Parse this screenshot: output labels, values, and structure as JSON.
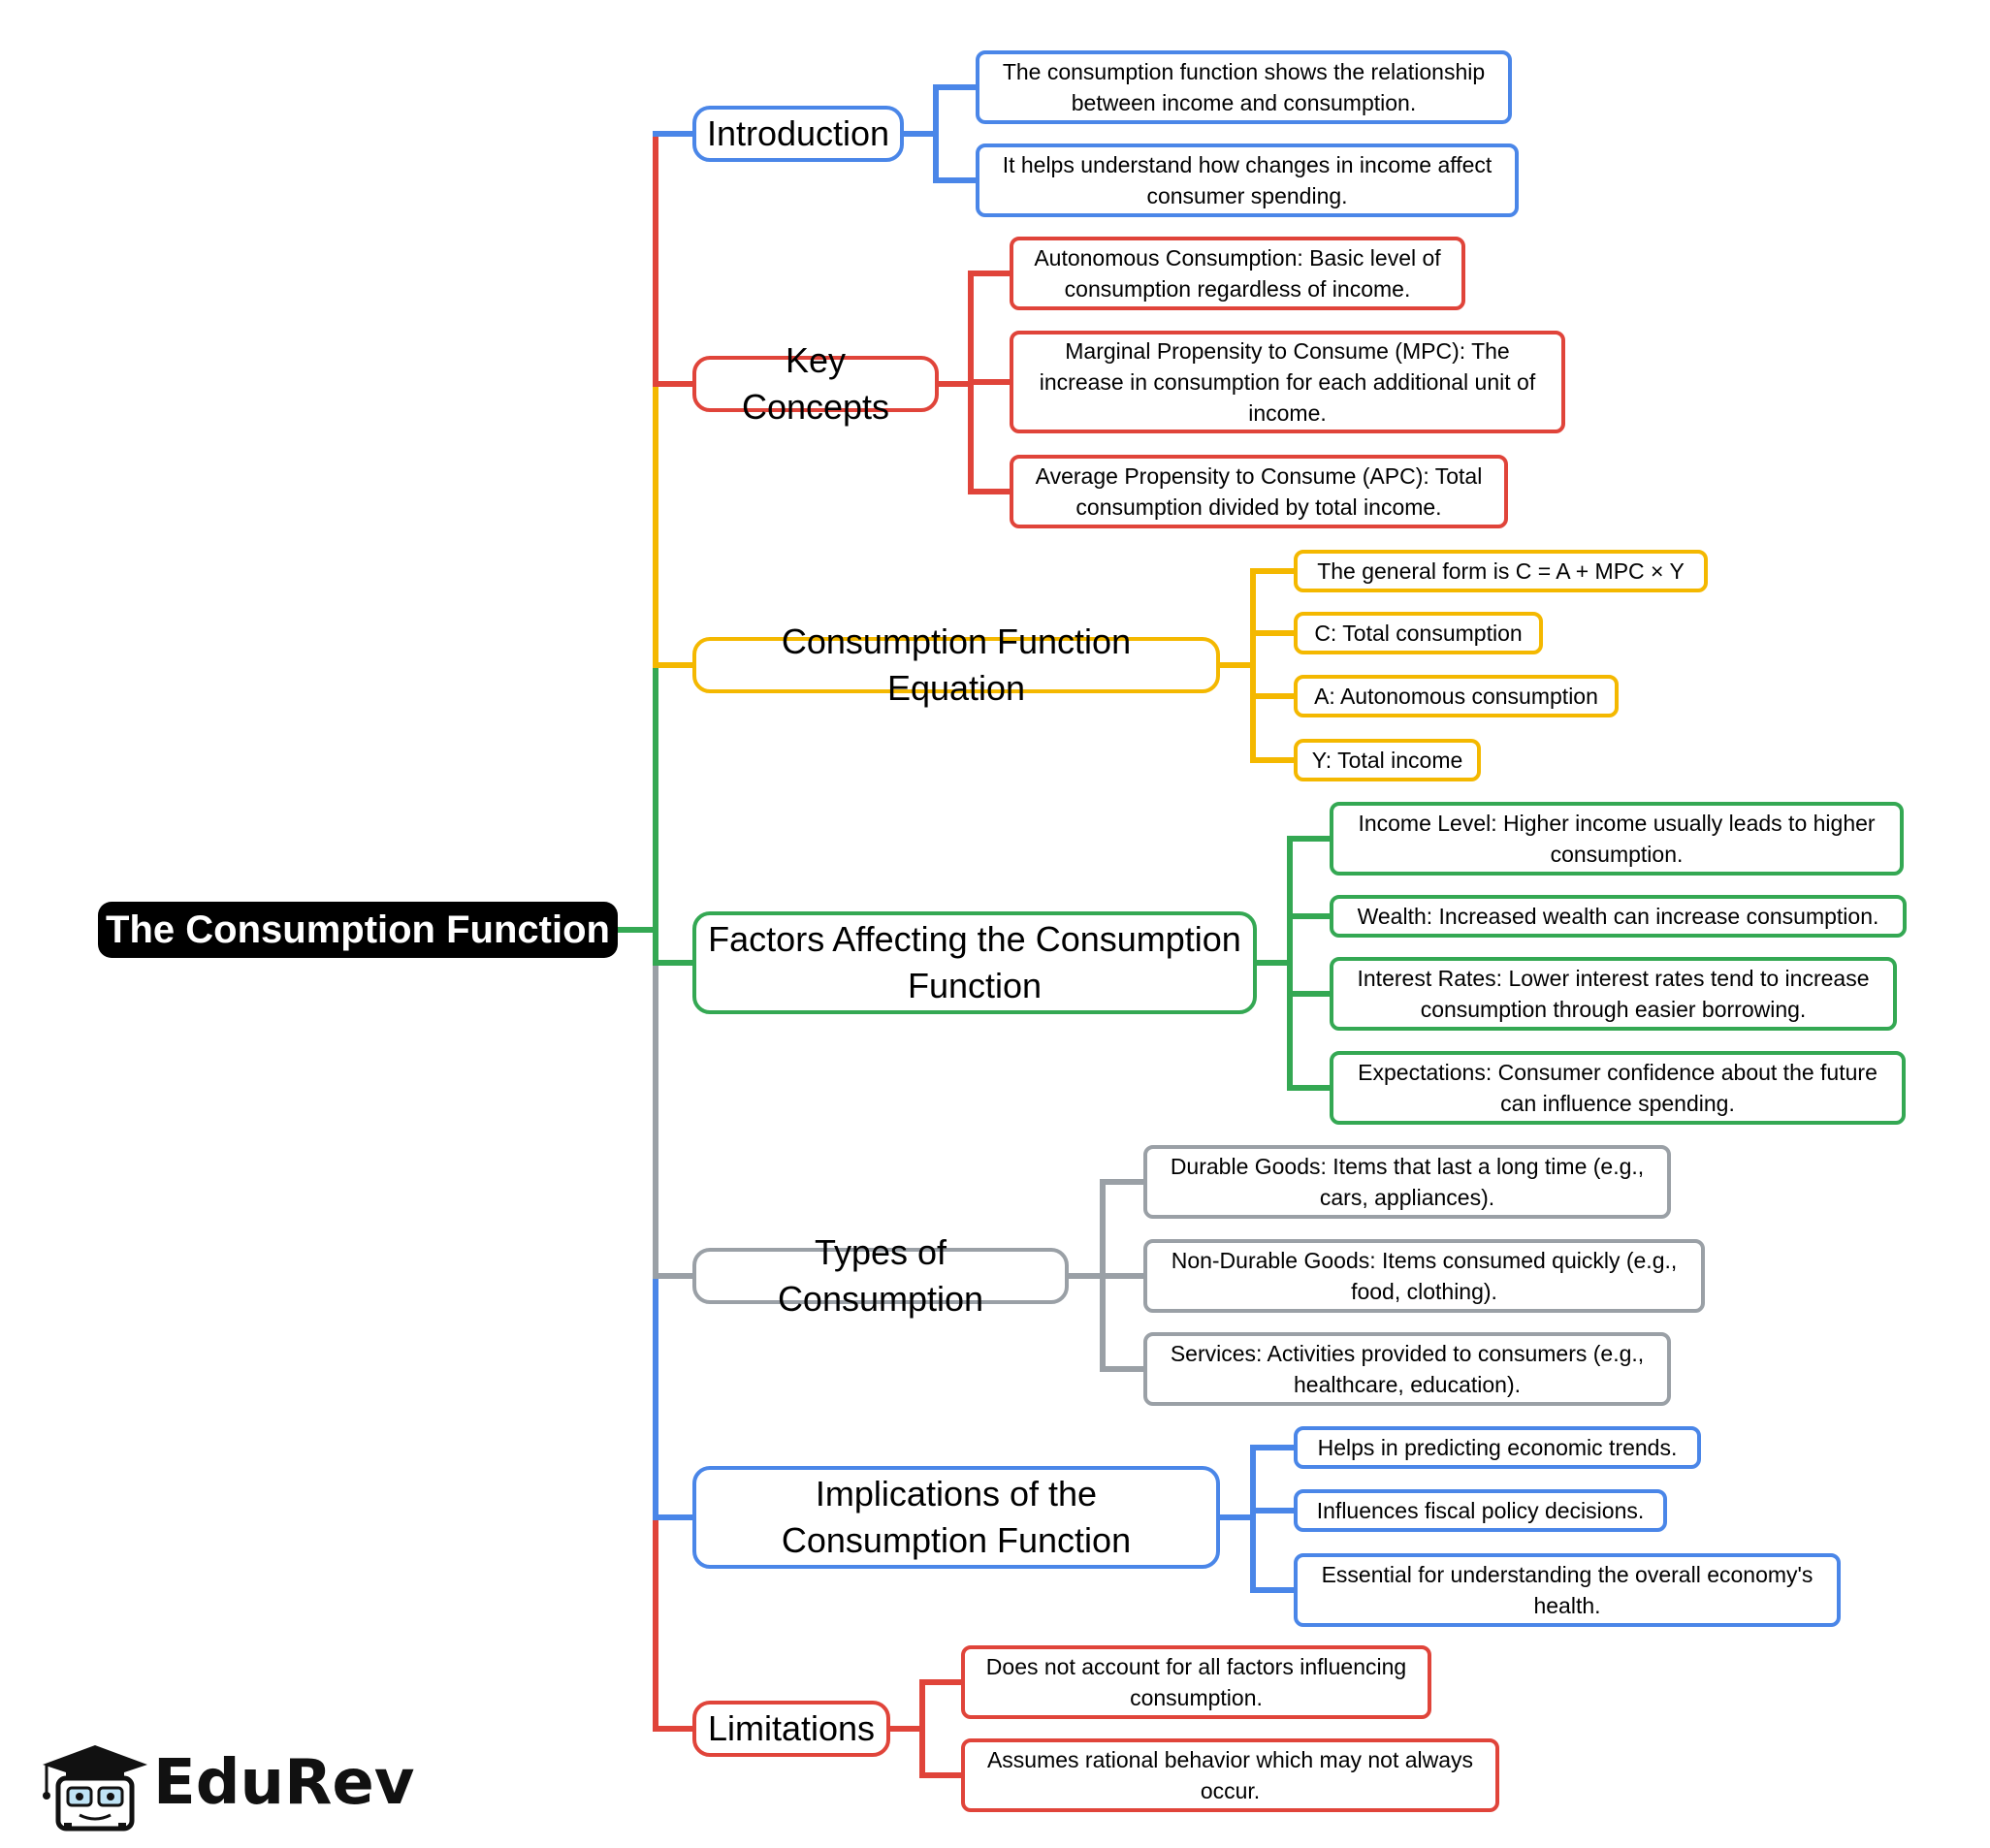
{
  "colors": {
    "blue": "#4A86E8",
    "red": "#E0443A",
    "yellow": "#F4B800",
    "green": "#34A853",
    "gray": "#9AA0A6"
  },
  "root": {
    "label": "The Consumption Function"
  },
  "branches": [
    {
      "label": "Introduction",
      "color": "blue",
      "leaves": [
        "The consumption function shows the relationship between income and consumption.",
        "It helps understand how changes in income affect consumer spending."
      ]
    },
    {
      "label": "Key Concepts",
      "color": "red",
      "leaves": [
        "Autonomous Consumption: Basic level of consumption regardless of income.",
        "Marginal Propensity to Consume (MPC): The increase in consumption for each additional unit of income.",
        "Average Propensity to Consume (APC): Total consumption divided by total income."
      ]
    },
    {
      "label": "Consumption Function Equation",
      "color": "yellow",
      "leaves": [
        "The general form is C = A + MPC × Y",
        "C: Total consumption",
        "A: Autonomous consumption",
        "Y: Total income"
      ]
    },
    {
      "label": "Factors Affecting the Consumption Function",
      "color": "green",
      "leaves": [
        "Income Level: Higher income usually leads to higher consumption.",
        "Wealth: Increased wealth can increase consumption.",
        "Interest Rates: Lower interest rates tend to increase consumption through easier borrowing.",
        "Expectations: Consumer confidence about the future can influence spending."
      ]
    },
    {
      "label": "Types of Consumption",
      "color": "gray",
      "leaves": [
        "Durable Goods: Items that last a long time (e.g., cars, appliances).",
        "Non-Durable Goods: Items consumed quickly (e.g., food, clothing).",
        "Services: Activities provided to consumers (e.g., healthcare, education)."
      ]
    },
    {
      "label": "Implications of the Consumption Function",
      "color": "blue",
      "leaves": [
        "Helps in predicting economic trends.",
        "Influences fiscal policy decisions.",
        "Essential for understanding the overall economy's health."
      ]
    },
    {
      "label": "Limitations",
      "color": "red",
      "leaves": [
        "Does not account for all factors influencing consumption.",
        "Assumes rational behavior which may not always occur."
      ]
    }
  ],
  "logo": {
    "text": "EduRev",
    "icon": "graduate-mascot-icon"
  }
}
